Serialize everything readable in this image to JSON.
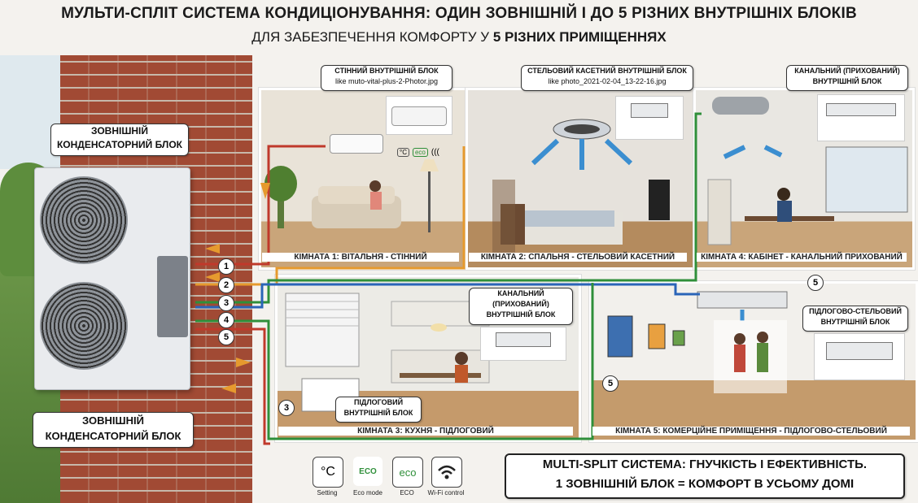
{
  "title": {
    "line1": "МУЛЬТИ-СПЛІТ СИСТЕМА КОНДИЦІОНУВАННЯ: ОДИН ЗОВНІШНІЙ І ДО 5 РІЗНИХ ВНУТРІШНІХ БЛОКІВ",
    "line2_prefix": "ДЛЯ ЗАБЕЗПЕЧЕННЯ КОМФОРТУ У ",
    "line2_bold": "5 РІЗНИХ ПРИМІЩЕННЯХ"
  },
  "outdoor": {
    "label_top_1": "ЗОВНІШНІЙ",
    "label_top_2": "КОНДЕНСАТОРНИЙ БЛОК",
    "label_bottom_1": "ЗОВНІШНІЙ",
    "label_bottom_2": "КОНДЕНСАТОРНИЙ БЛОК",
    "ports": [
      "1",
      "2",
      "3",
      "4",
      "5"
    ]
  },
  "units": {
    "wall": {
      "title": "СТІННИЙ ВНУТРІШНІЙ БЛОК",
      "note": "like muto-vital-plus-2-Photor.jpg"
    },
    "cassette": {
      "title": "СТЕЛЬОВИЙ КАСЕТНИЙ ВНУТРІШНІЙ БЛОК",
      "note": "like photo_2021-02-04_13-22-16.jpg"
    },
    "ducted_top": {
      "title_1": "КАНАЛЬНИЙ (ПРИХОВАНИЙ)",
      "title_2": "ВНУТРІШНІЙ БЛОК"
    },
    "ducted_mid": {
      "title_1": "КАНАЛЬНИЙ",
      "title_2": "(ПРИХОВАНИЙ)",
      "title_3": "ВНУТРІШНІЙ БЛОК"
    },
    "floor": {
      "title_1": "ПІДЛОГОВИЙ",
      "title_2": "ВНУТРІШНІЙ БЛОК"
    },
    "floor_ceiling": {
      "title_1": "ПІДЛОГОВО-СТЕЛЬОВИЙ",
      "title_2": "ВНУТРІШНІЙ БЛОК"
    }
  },
  "rooms": {
    "r1": "КІМНАТА 1: ВІТАЛЬНЯ - СТІННИЙ",
    "r2": "КІМНАТА 2: СПАЛЬНЯ - СТЕЛЬОВИЙ КАСЕТНИЙ",
    "r3": "КІМНАТА 3: КУХНЯ - ПІДЛОГОВИЙ",
    "r4": "КІМНАТА 4: КАБІНЕТ - КАНАЛЬНИЙ ПРИХОВАНИЙ",
    "r5": "КІМНАТА 5: КОМЕРЦІЙНЕ ПРИМІЩЕННЯ - ПІДЛОГОВО-СТЕЛЬОВИЙ"
  },
  "markers": {
    "m3": "3",
    "m5a": "5",
    "m5b": "5"
  },
  "unit_icons": {
    "eco": "eco",
    "temp": "°C"
  },
  "legend": [
    {
      "icon": "thermometer-icon",
      "glyph": "°C",
      "label": "Setting"
    },
    {
      "icon": "eco-mode-icon",
      "glyph": "ECO",
      "label": "Eco mode"
    },
    {
      "icon": "eco-icon",
      "glyph": "eco",
      "label": "ECO"
    },
    {
      "icon": "wifi-icon",
      "glyph": "",
      "label": "Wi-Fi control"
    }
  ],
  "summary": {
    "line1": "MULTI-SPLIT СИСТЕМА: ГНУЧКІСТЬ І ЕФЕКТИВНІСТЬ.",
    "line2": "1 ЗОВНІШНІЙ БЛОК = КОМФОРТ В УСЬОМУ ДОМІ"
  },
  "colors": {
    "pipe_red": "#c0392b",
    "pipe_orange": "#e69a2e",
    "pipe_green": "#2f8f3a",
    "pipe_blue": "#2a64b8",
    "brick": "#a14a34"
  }
}
